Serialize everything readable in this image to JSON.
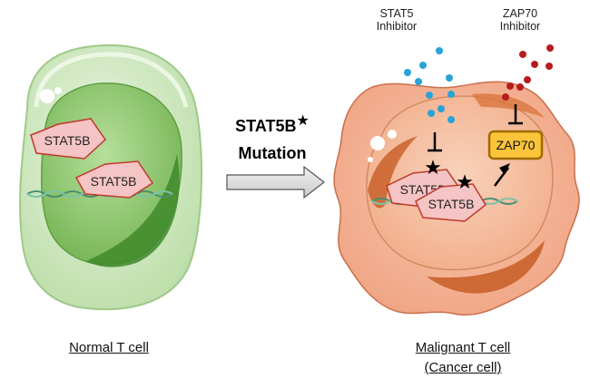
{
  "normal_cell": {
    "caption": "Normal T cell",
    "protein_1": "STAT5B",
    "protein_2": "STAT5B",
    "membrane_color": "#cfe8c0",
    "nucleus_color": "#7bbf5a"
  },
  "arrow": {
    "line1": "STAT5B",
    "star": "★",
    "line2": "Mutation"
  },
  "malignant_cell": {
    "caption_line1": "Malignant T cell",
    "caption_line2": "(Cancer cell)",
    "protein_1": "STAT5B",
    "protein_2": "STAT5B",
    "zap70_label": "ZAP70",
    "cell_color": "#f6b79a",
    "nucleus_color": "#f7c3a6"
  },
  "inhibitors": {
    "stat5_line1": "STAT5",
    "stat5_line2": "Inhibitor",
    "stat5_color": "#29a3d6",
    "zap70_line1": "ZAP70",
    "zap70_line2": "Inhibitor",
    "zap70_color": "#b71c1c"
  }
}
